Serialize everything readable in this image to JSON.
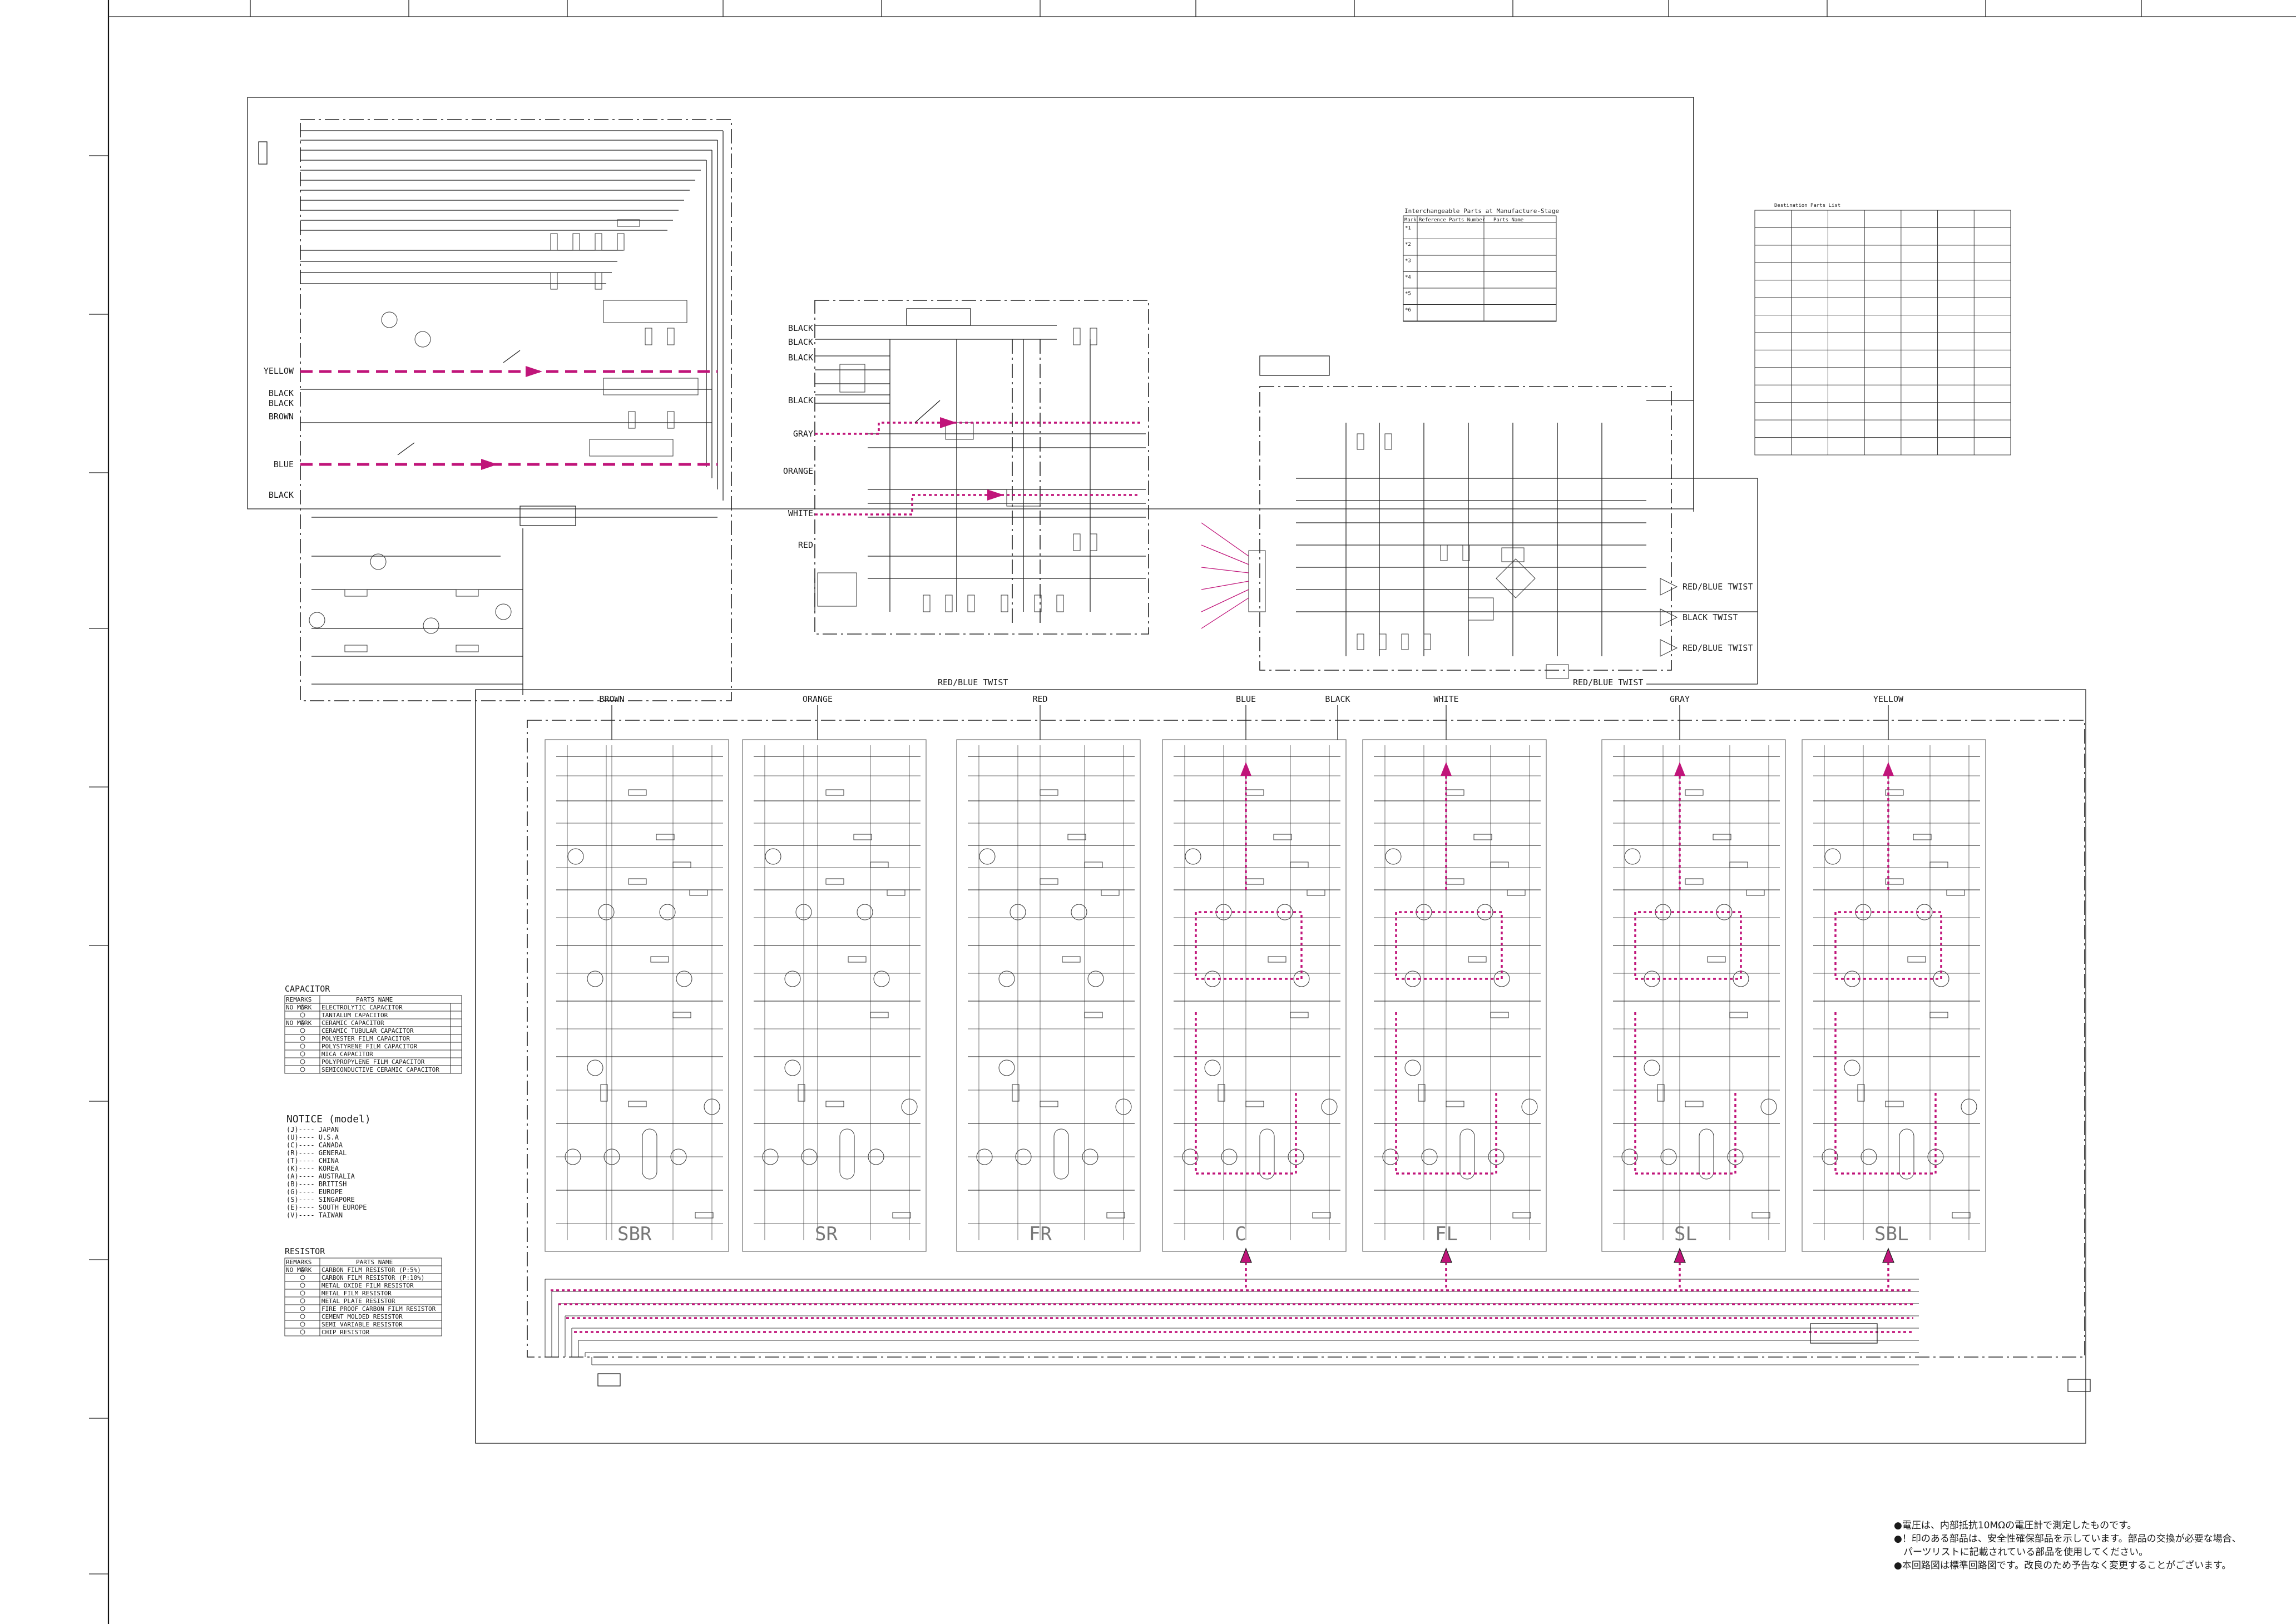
{
  "wire_labels": {
    "left_inputs": [
      "YELLOW",
      "BLACK",
      "BLACK",
      "BROWN",
      "BLUE",
      "BLACK"
    ],
    "mid_inputs": [
      "BLACK",
      "BLACK",
      "BLACK",
      "BLACK",
      "GRAY",
      "ORANGE",
      "WHITE",
      "RED"
    ],
    "twists": [
      "RED/BLUE TWIST",
      "BLACK TWIST",
      "RED/BLUE TWIST"
    ],
    "upper_twist": "RED/BLUE TWIST",
    "center_twist": "RED/BLUE TWIST",
    "top_colors": [
      "BROWN",
      "ORANGE",
      "RED",
      "BLUE",
      "BLACK",
      "WHITE",
      "GRAY",
      "YELLOW"
    ]
  },
  "channels": [
    "SBR",
    "SR",
    "FR",
    "C",
    "FL",
    "SL",
    "SBL"
  ],
  "capacitor_legend": {
    "title": "CAPACITOR",
    "header": [
      "REMARKS",
      "PARTS NAME"
    ],
    "rows": [
      [
        "NO MARK",
        "ELECTROLYTIC CAPACITOR"
      ],
      [
        "",
        "TANTALUM CAPACITOR"
      ],
      [
        "NO MARK",
        "CERAMIC CAPACITOR"
      ],
      [
        "",
        "CERAMIC TUBULAR CAPACITOR"
      ],
      [
        "",
        "POLYESTER FILM CAPACITOR"
      ],
      [
        "",
        "POLYSTYRENE FILM CAPACITOR"
      ],
      [
        "",
        "MICA CAPACITOR"
      ],
      [
        "",
        "POLYPROPYLENE FILM CAPACITOR"
      ],
      [
        "",
        "SEMICONDUCTIVE CERAMIC CAPACITOR"
      ]
    ]
  },
  "notice": {
    "title": "NOTICE (model)",
    "items": [
      "(J)---- JAPAN",
      "(U)---- U.S.A",
      "(C)---- CANADA",
      "(R)---- GENERAL",
      "(T)---- CHINA",
      "(K)---- KOREA",
      "(A)---- AUSTRALIA",
      "(B)---- BRITISH",
      "(G)---- EUROPE",
      "(S)---- SINGAPORE",
      "(E)---- SOUTH EUROPE",
      "(V)---- TAIWAN"
    ]
  },
  "resistor_legend": {
    "title": "RESISTOR",
    "header": [
      "REMARKS",
      "PARTS NAME"
    ],
    "rows": [
      [
        "NO MARK",
        "CARBON FILM RESISTOR (P:5%)"
      ],
      [
        "",
        "CARBON FILM RESISTOR (P:10%)"
      ],
      [
        "",
        "METAL OXIDE FILM RESISTOR"
      ],
      [
        "",
        "METAL FILM RESISTOR"
      ],
      [
        "",
        "METAL PLATE RESISTOR"
      ],
      [
        "",
        "FIRE PROOF CARBON FILM RESISTOR"
      ],
      [
        "",
        "CEMENT MOLDED RESISTOR"
      ],
      [
        "",
        "SEMI VARIABLE RESISTOR"
      ],
      [
        "",
        "CHIP RESISTOR"
      ]
    ]
  },
  "interchangeable_table": {
    "title": "Interchangeable Parts at Manufacture-Stage",
    "header": [
      "Mark",
      "Reference Parts Number",
      "Parts Name"
    ],
    "rows": [
      [
        "*1",
        "",
        ""
      ],
      [
        "*2",
        "",
        ""
      ],
      [
        "*3",
        "",
        ""
      ],
      [
        "*4",
        "",
        ""
      ],
      [
        "*5",
        "",
        ""
      ],
      [
        "*6",
        "",
        ""
      ]
    ]
  },
  "destination_table": {
    "title": "Destination Parts List",
    "rows": 14,
    "cols": 7
  },
  "japanese_notes": [
    "●電圧は、内部抵抗10MΩの電圧計で測定したものです。",
    "●！印のある部品は、安全性確保部品を示しています。部品の交換が必要な場合、",
    "　パーツリストに記載されている部品を使用してください。",
    "●本回路図は標準回路図です。改良のため予告なく変更することがございます。"
  ],
  "colors": {
    "signal": "#c0157a",
    "ink": "#1a1a1a"
  }
}
